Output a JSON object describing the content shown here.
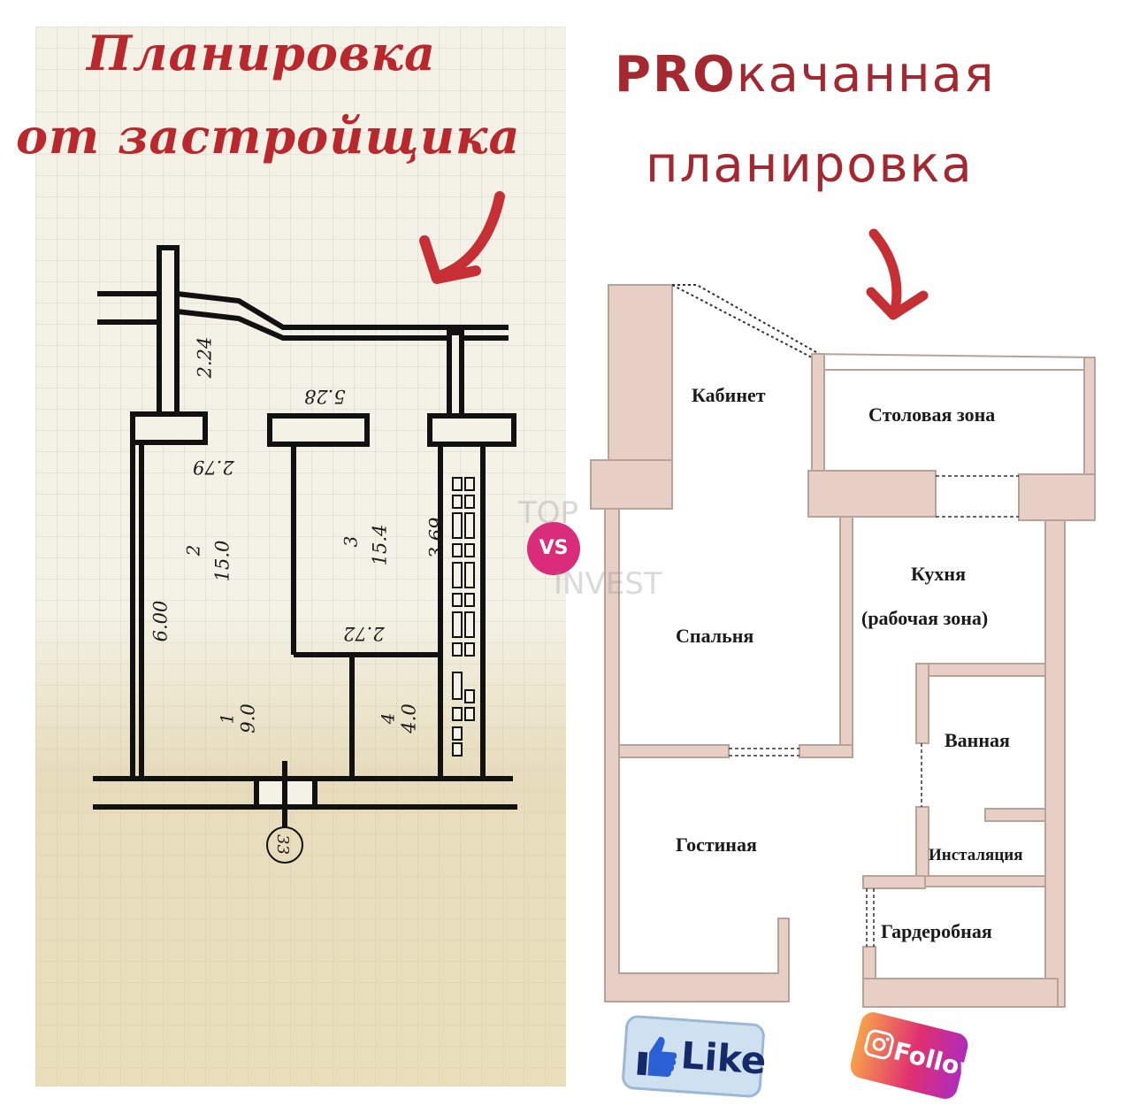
{
  "left": {
    "title_line1": "Планировка",
    "title_line2": "от застройщика",
    "dims": {
      "d224": "2.24",
      "d528": "5.28",
      "d279": "2.79",
      "d600": "6.00",
      "d369": "3.69",
      "d272": "2.72"
    },
    "rooms": [
      {
        "num": "2",
        "area": "15.0"
      },
      {
        "num": "3",
        "area": "15.4"
      },
      {
        "num": "1",
        "area": "9.0"
      },
      {
        "num": "4",
        "area": "4.0"
      }
    ],
    "axis_label": "33"
  },
  "right": {
    "title_pro": "PRO",
    "title_rest": "качанная",
    "title_line2": "планировка",
    "rooms": {
      "cabinet": "Кабинет",
      "dining": "Столовая зона",
      "kitchen_line1": "Кухня",
      "kitchen_line2": "(рабочая зона)",
      "bedroom": "Спальня",
      "bath": "Ванная",
      "installation": "Инсталяция",
      "living": "Гостиная",
      "wardrobe": "Гардеробная"
    }
  },
  "badges": {
    "like": "Like",
    "follow": "Follow"
  },
  "watermark": {
    "logo": "VS",
    "word1": "TOP",
    "word2": "INVEST"
  },
  "colors": {
    "title_red": "#b8282c",
    "wall_fill": "#e8cfc6",
    "wall_stroke": "#b8a29a"
  }
}
